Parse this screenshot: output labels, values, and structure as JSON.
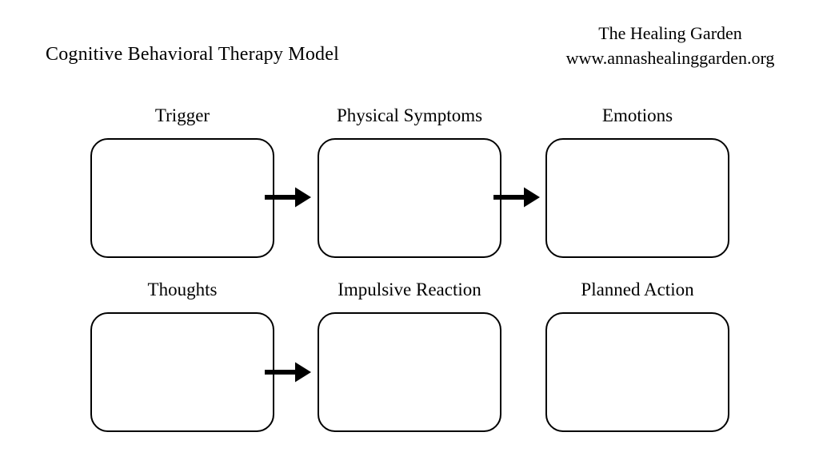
{
  "header": {
    "title": "Cognitive Behavioral Therapy Model",
    "brand_name": "The Healing Garden",
    "brand_website": "www.annashealinggarden.org"
  },
  "diagram": {
    "type": "flowchart",
    "nodes": [
      {
        "id": "trigger",
        "label": "Trigger",
        "row": 1,
        "col": 1
      },
      {
        "id": "physical-symptoms",
        "label": "Physical Symptoms",
        "row": 1,
        "col": 2
      },
      {
        "id": "emotions",
        "label": "Emotions",
        "row": 1,
        "col": 3
      },
      {
        "id": "thoughts",
        "label": "Thoughts",
        "row": 2,
        "col": 1
      },
      {
        "id": "impulsive-reaction",
        "label": "Impulsive Reaction",
        "row": 2,
        "col": 2
      },
      {
        "id": "planned-action",
        "label": "Planned Action",
        "row": 2,
        "col": 3
      }
    ],
    "connections": [
      {
        "from": "trigger",
        "to": "physical-symptoms"
      },
      {
        "from": "physical-symptoms",
        "to": "emotions"
      },
      {
        "from": "thoughts",
        "to": "impulsive-reaction"
      }
    ],
    "colors": {
      "ink": "#000000",
      "background": "#ffffff"
    }
  }
}
